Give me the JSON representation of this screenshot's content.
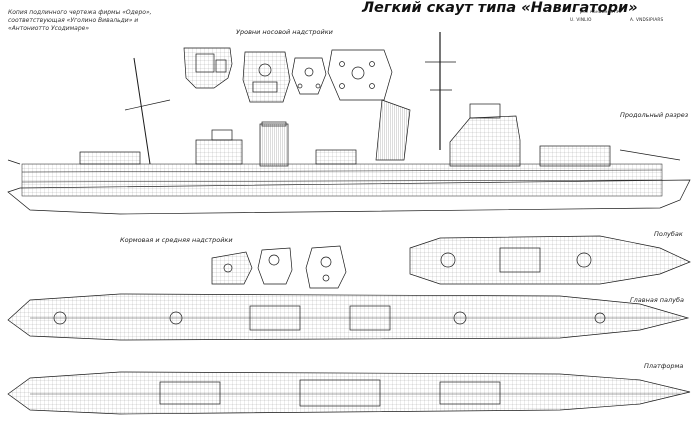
{
  "title": "Легкий скаут типа «Навигатори»",
  "credits": {
    "line1": "р.к. наньиментэк",
    "line2a": "U. VINLIO",
    "line2b": "A. VNDSIPIARS"
  },
  "copy_note": [
    "Копия подлинного чертежа фирмы «Одеро»,",
    "соответствующая «Уголино Вивальди» и",
    "«Антониотто Усодимаре»"
  ],
  "labels": {
    "bow_superstructure": "Уровни носовой надстройки",
    "longitudinal_section": "Продольный разрез",
    "aft_mid_superstructure": "Кормовая и средняя надстройки",
    "upper_deck": "Полубак",
    "main_deck": "Главная палуба",
    "platform": "Платформа"
  },
  "colors": {
    "ink": "#1a1a1a",
    "paper": "#ffffff",
    "hatch": "#555555"
  }
}
